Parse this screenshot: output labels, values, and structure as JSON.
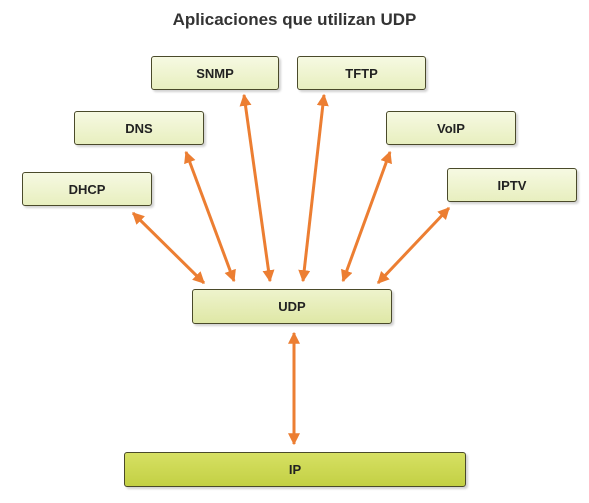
{
  "title": "Aplicaciones que utilizan UDP",
  "applications": [
    "SNMP",
    "TFTP",
    "DNS",
    "VoIP",
    "DHCP",
    "IPTV"
  ],
  "transport": "UDP",
  "network": "IP",
  "colors": {
    "arrow": "#ec7e32",
    "app_fill": "#f3f6d8",
    "udp_fill": "#e6edb7",
    "ip_fill": "#cdd75a",
    "border": "#4a4a2a",
    "title": "#333333"
  }
}
